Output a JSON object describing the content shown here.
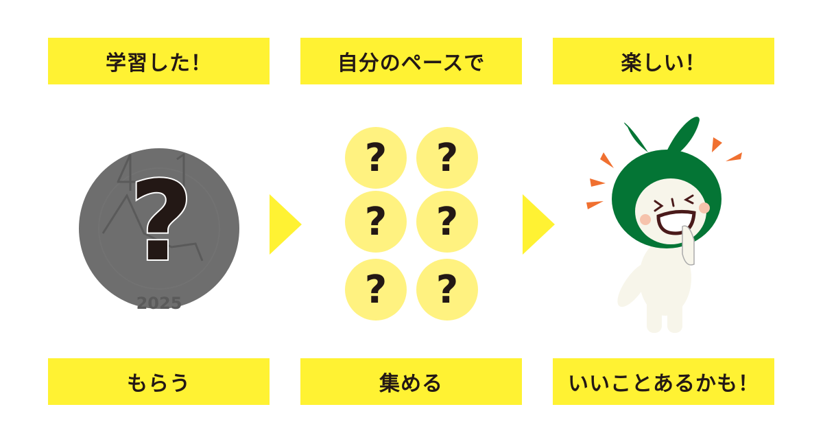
{
  "steps": [
    {
      "top": "学習した！",
      "bottom": "もらう"
    },
    {
      "top": "自分のペースで",
      "bottom": "集める"
    },
    {
      "top": "楽しい！",
      "bottom": "いいことあるかも！"
    }
  ],
  "coin": {
    "mark": "?",
    "year": "2025",
    "numbers": "41"
  },
  "mystery_items": [
    "?",
    "?",
    "?",
    "?",
    "?",
    "?"
  ],
  "colors": {
    "label_bg": "#fff233",
    "coin": "#6e6e6e",
    "mystery_bg": "#fff280",
    "character_green": "#047535",
    "accent_orange": "#f07030"
  }
}
